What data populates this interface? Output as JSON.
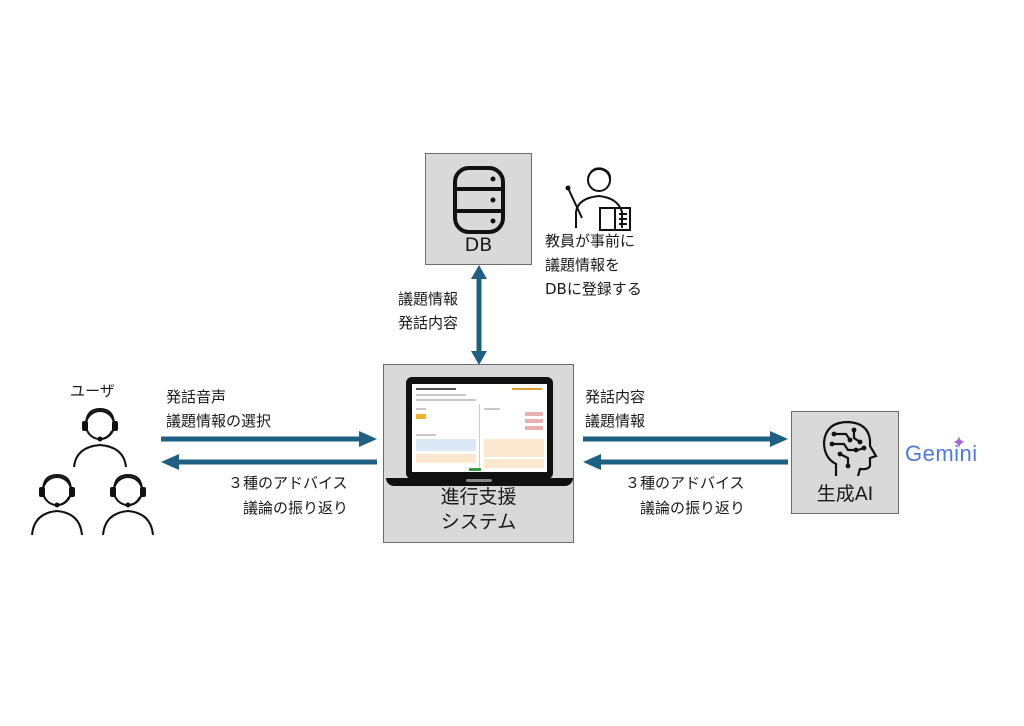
{
  "db": {
    "label": "DB"
  },
  "teacher_note": {
    "lines": [
      "教員が事前に",
      "議題情報を",
      "DBに登録する"
    ]
  },
  "db_link": {
    "lines": [
      "議題情報",
      "発話内容"
    ]
  },
  "users": {
    "label": "ユーザ"
  },
  "user_to_system": {
    "lines": [
      "発話音声",
      "議題情報の選択"
    ]
  },
  "system_to_user": {
    "lines": [
      "３種のアドバイス",
      "議論の振り返り"
    ]
  },
  "system": {
    "lines": [
      "進行支援",
      "システム"
    ]
  },
  "system_to_ai": {
    "lines": [
      "発話内容",
      "議題情報"
    ]
  },
  "ai_to_system": {
    "lines": [
      "３種のアドバイス",
      "議論の振り返り"
    ]
  },
  "ai": {
    "label": "生成AI"
  },
  "gemini": {
    "label": "Gemini"
  },
  "colors": {
    "arrow": "#1f5f82",
    "box": "#d9d9d9",
    "gemini": "#4f7ad9"
  }
}
